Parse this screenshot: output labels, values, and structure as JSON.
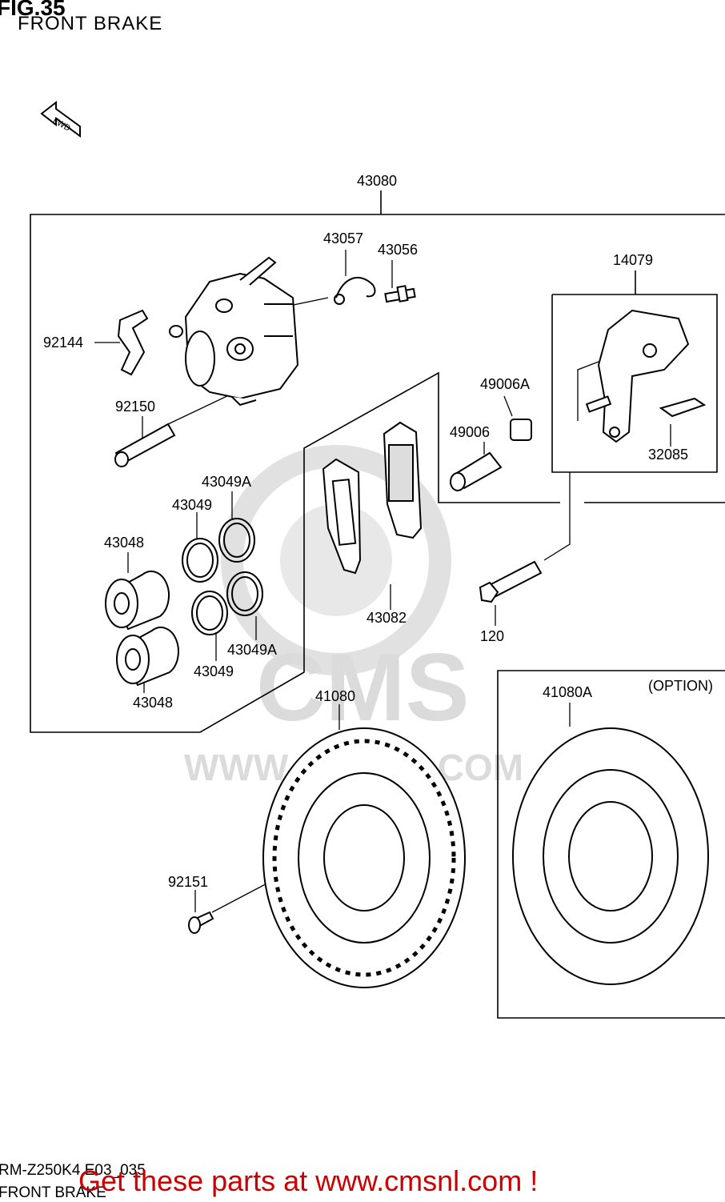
{
  "header": {
    "figure": "FIG.35",
    "title": "FRONT BRAKE"
  },
  "fwd_arrow_label": "FWD",
  "watermark": {
    "brand": "CMS",
    "url": "WWW.CMSNL.COM"
  },
  "parts": {
    "p43080": "43080",
    "p43057": "43057",
    "p43056": "43056",
    "p14079": "14079",
    "p92144": "92144",
    "p49006A": "49006A",
    "p92150": "92150",
    "p49006": "49006",
    "p32085": "32085",
    "p43049A_top": "43049A",
    "p43049_top": "43049",
    "p43048_top": "43048",
    "p43082": "43082",
    "p120": "120",
    "p43049A_bottom": "43049A",
    "p43049_bottom": "43049",
    "p43048_bottom": "43048",
    "p41080": "41080",
    "p41080A": "41080A",
    "option": "(OPTION)",
    "p92151": "92151"
  },
  "footer": {
    "code": "RM-Z250K4 E03_035",
    "subtitle": "FRONT BRAKE",
    "promo": "Get these parts at www.cmsnl.com !"
  },
  "colors": {
    "line": "#000000",
    "watermark": "#d8d8d8",
    "promo": "#cc0000"
  }
}
